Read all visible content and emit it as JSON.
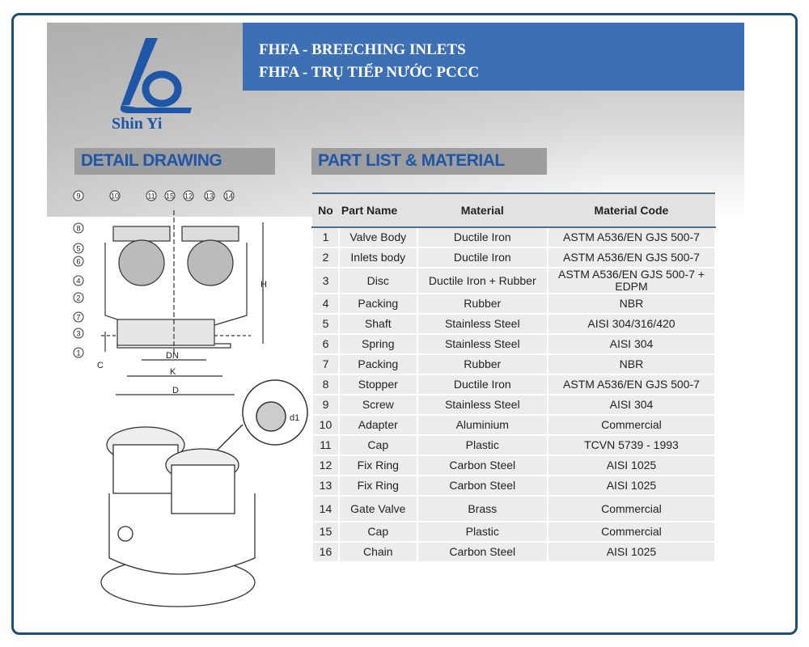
{
  "brand": {
    "name": "Shin Yi"
  },
  "banner": {
    "line1": "FHFA - BREECHING INLETS",
    "line2": "FHFA - TRỤ TIẾP NƯỚC PCCC"
  },
  "sections": {
    "drawing": "DETAIL DRAWING",
    "parts": "PART LIST & MATERIAL"
  },
  "drawing": {
    "callouts_top": [
      "9",
      "10",
      "11",
      "15",
      "12",
      "13",
      "14"
    ],
    "callouts_left": [
      "8",
      "5",
      "6",
      "4",
      "2",
      "7",
      "3",
      "1"
    ],
    "dims": {
      "h": "H",
      "c": "C",
      "dn": "DN",
      "k": "K",
      "d": "D",
      "d1": "d1"
    }
  },
  "table": {
    "headers": [
      "No",
      "Part Name",
      "Material",
      "Material Code"
    ],
    "rows": [
      [
        "1",
        "Valve Body",
        "Ductile Iron",
        "ASTM A536/EN GJS 500-7"
      ],
      [
        "2",
        "Inlets body",
        "Ductile Iron",
        "ASTM A536/EN GJS 500-7"
      ],
      [
        "3",
        "Disc",
        "Ductile Iron + Rubber",
        "ASTM A536/EN GJS 500-7 + EDPM"
      ],
      [
        "4",
        "Packing",
        "Rubber",
        "NBR"
      ],
      [
        "5",
        "Shaft",
        "Stainless Steel",
        "AISI 304/316/420"
      ],
      [
        "6",
        "Spring",
        "Stainless Steel",
        "AISI 304"
      ],
      [
        "7",
        "Packing",
        "Rubber",
        "NBR"
      ],
      [
        "8",
        "Stopper",
        "Ductile Iron",
        "ASTM A536/EN GJS 500-7"
      ],
      [
        "9",
        "Screw",
        "Stainless Steel",
        "AISI 304"
      ],
      [
        "10",
        "Adapter",
        "Aluminium",
        "Commercial"
      ],
      [
        "11",
        "Cap",
        "Plastic",
        "TCVN 5739 - 1993"
      ],
      [
        "12",
        "Fix Ring",
        "Carbon Steel",
        "AISI 1025"
      ],
      [
        "13",
        "Fix Ring",
        "Carbon Steel",
        "AISI 1025"
      ],
      [
        "14",
        "Gate Valve",
        "Brass",
        "Commercial"
      ],
      [
        "15",
        "Cap",
        "Plastic",
        "Commercial"
      ],
      [
        "16",
        "Chain",
        "Carbon Steel",
        "AISI 1025"
      ]
    ]
  }
}
